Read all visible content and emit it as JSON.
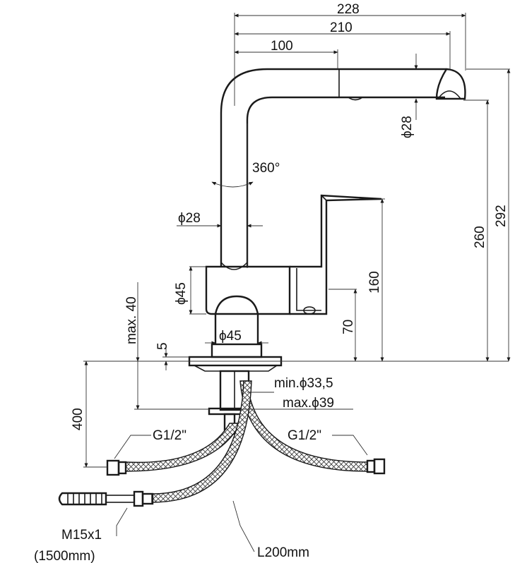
{
  "dims": {
    "d228": "228",
    "d210": "210",
    "d100": "100",
    "d28_spout": "ϕ28",
    "rot": "360°",
    "d28_body": "ϕ28",
    "d45_body": "ϕ45",
    "d45_base": "ϕ45",
    "maxh": "max. 40",
    "d5": "5",
    "d400": "400",
    "d160": "160",
    "d70": "70",
    "d260": "260",
    "d292": "292",
    "min_hole": "min.ϕ33,5",
    "max_hole": "max.ϕ39"
  },
  "hoses": {
    "g_left": "G1/2\"",
    "g_right": "G1/2\"",
    "m15": "M15x1",
    "m15_len": "(1500mm)",
    "l200": "L200mm"
  }
}
